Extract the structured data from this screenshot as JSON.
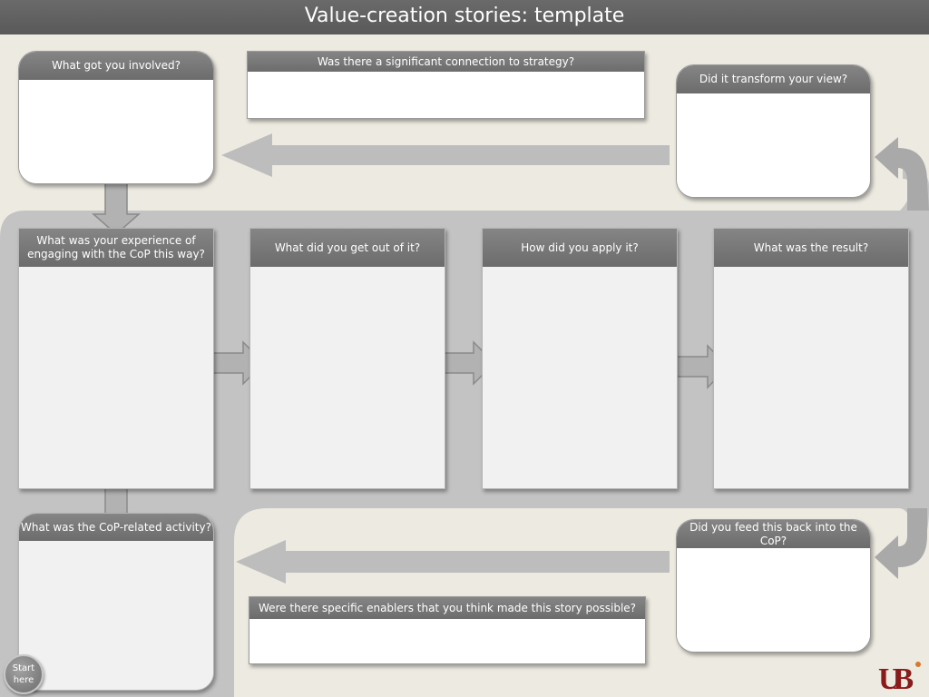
{
  "title": "Value-creation stories: template",
  "boxes": {
    "involved": "What got you involved?",
    "strategy": "Was there a significant connection to strategy?",
    "transform": "Did it transform your view?",
    "experience": "What was your experience of engaging with the CoP this way?",
    "get_out": "What did you get out of it?",
    "apply": "How did you apply it?",
    "result": "What was the result?",
    "activity": "What was the CoP-related activity?",
    "feed_back": "Did  you feed this back into the CoP?",
    "enablers": "Were there specific enablers that you think  made this story possible?"
  },
  "start_button": "Start here",
  "logo": "UB",
  "colors": {
    "background": "#edeae1",
    "header": "#6c6c6c",
    "band": "#c3c3c3",
    "arrow": "#a9a9a9",
    "logo": "#8b1a1a"
  }
}
